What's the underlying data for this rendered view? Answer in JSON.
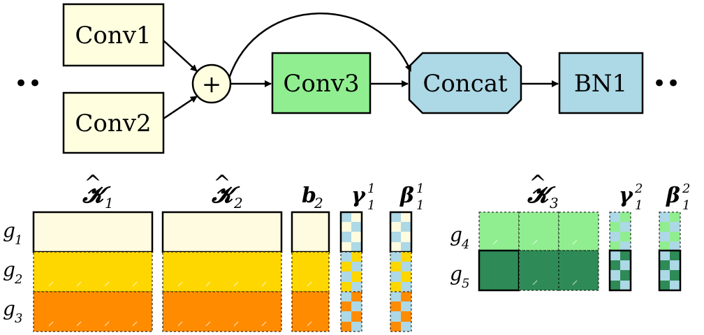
{
  "flow": {
    "nodes": {
      "conv1": "Conv1",
      "conv2": "Conv2",
      "conv3": "Conv3",
      "concat": "Concat",
      "bn1": "BN1",
      "sum": "+"
    },
    "ellipsis_left": "••",
    "ellipsis_right": "••"
  },
  "matrix": {
    "headers": {
      "k1": {
        "main": "𝓚",
        "sub": "1",
        "sup": ""
      },
      "k2": {
        "main": "𝓚",
        "sub": "2",
        "sup": ""
      },
      "b2": {
        "main": "b",
        "sub": "2",
        "sup": ""
      },
      "gamma11": {
        "main": "γ",
        "sub": "1",
        "sup": "1"
      },
      "beta11": {
        "main": "β",
        "sub": "1",
        "sup": "1"
      },
      "k3": {
        "main": "𝓚",
        "sub": "3",
        "sup": ""
      },
      "gamma12": {
        "main": "γ",
        "sub": "1",
        "sup": "2"
      },
      "beta12": {
        "main": "β",
        "sub": "1",
        "sup": "2"
      }
    },
    "hat": "^",
    "groups": {
      "g1": {
        "main": "g",
        "sub": "1"
      },
      "g2": {
        "main": "g",
        "sub": "2"
      },
      "g3": {
        "main": "g",
        "sub": "3"
      },
      "g4": {
        "main": "g",
        "sub": "4"
      },
      "g5": {
        "main": "g",
        "sub": "5"
      }
    }
  },
  "colors": {
    "conv_node": "#ffffe0",
    "conv3_node": "#90ee90",
    "concat_node": "#add8e6",
    "g1": "#fffbe0",
    "g2": "#ffd700",
    "g3": "#ff8c00",
    "g4": "#90ee90",
    "g5": "#2e8b57",
    "bn_cell": "#add8e6"
  }
}
